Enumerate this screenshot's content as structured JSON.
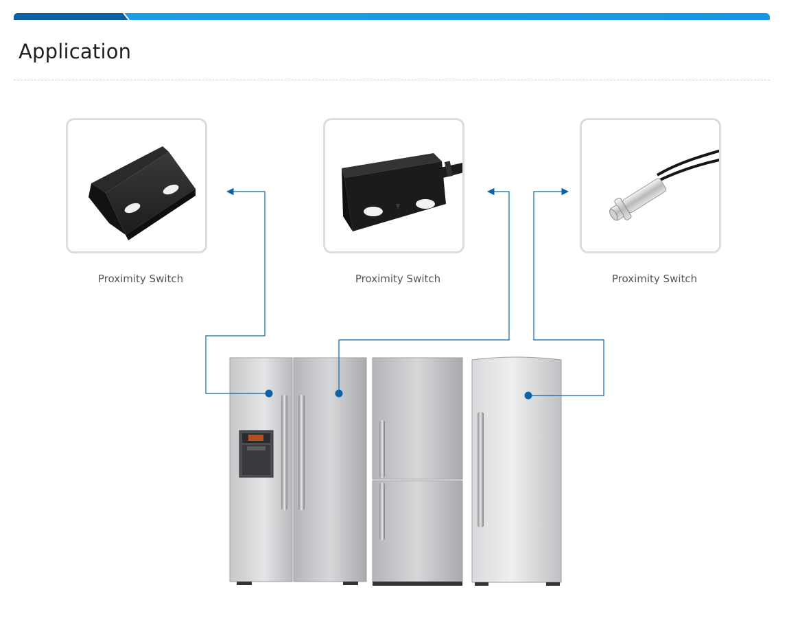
{
  "section": {
    "title": "Application"
  },
  "products": [
    {
      "caption": "Proximity Switch",
      "icon": "rectangular-magnet-icon"
    },
    {
      "caption": "Proximity Switch",
      "icon": "cabled-reed-switch-icon"
    },
    {
      "caption": "Proximity Switch",
      "icon": "cylindrical-sensor-icon"
    }
  ],
  "colors": {
    "accent": "#1a9ae6",
    "accent_dark": "#0d5ea3",
    "connector": "#0a63a8",
    "card_border": "#dcdcdc",
    "caption_text": "#555555"
  }
}
